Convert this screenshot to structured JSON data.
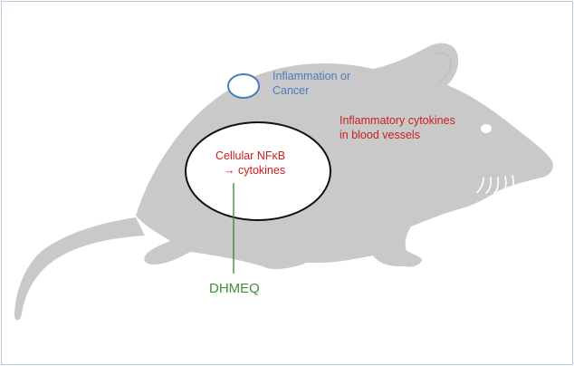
{
  "labels": {
    "inflammation_line1": "Inflammation or",
    "inflammation_line2": "Cancer",
    "cytokines_line1": "Inflammatory cytokines",
    "cytokines_line2": "in blood vessels",
    "cellular_line1": "Cellular NFκB",
    "cellular_line2": "→ cytokines",
    "drug": "DHMEQ"
  },
  "colors": {
    "mouse_body": "#c9c9c9",
    "inflammation_text": "#4a7ebb",
    "cytokine_text": "#cc1f1f",
    "drug_text": "#3f8f3a",
    "frame_border": "#b8c7de"
  },
  "icons": {
    "mouse": "mouse-silhouette-icon",
    "eye": "eye-icon",
    "whiskers": "whiskers-icon"
  }
}
